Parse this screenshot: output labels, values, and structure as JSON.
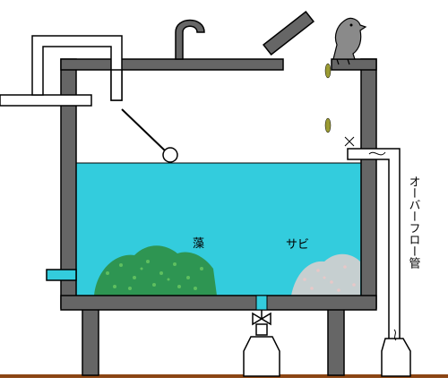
{
  "labels": {
    "algae": "藻",
    "rust": "サビ",
    "overflow_pipe": "オーバーフロー管"
  },
  "colors": {
    "tank_wall": "#666666",
    "outline": "#000000",
    "water": "#33ccdd",
    "pipe": "#ffffff",
    "algae": "#2e8b3a",
    "rust": "#cfcfcf",
    "ground": "#8b4513",
    "insect": "#9b9b33"
  },
  "icons": {
    "bird": "seagull-icon",
    "valve": "drain-valve-icon",
    "float": "ball-float-icon"
  }
}
